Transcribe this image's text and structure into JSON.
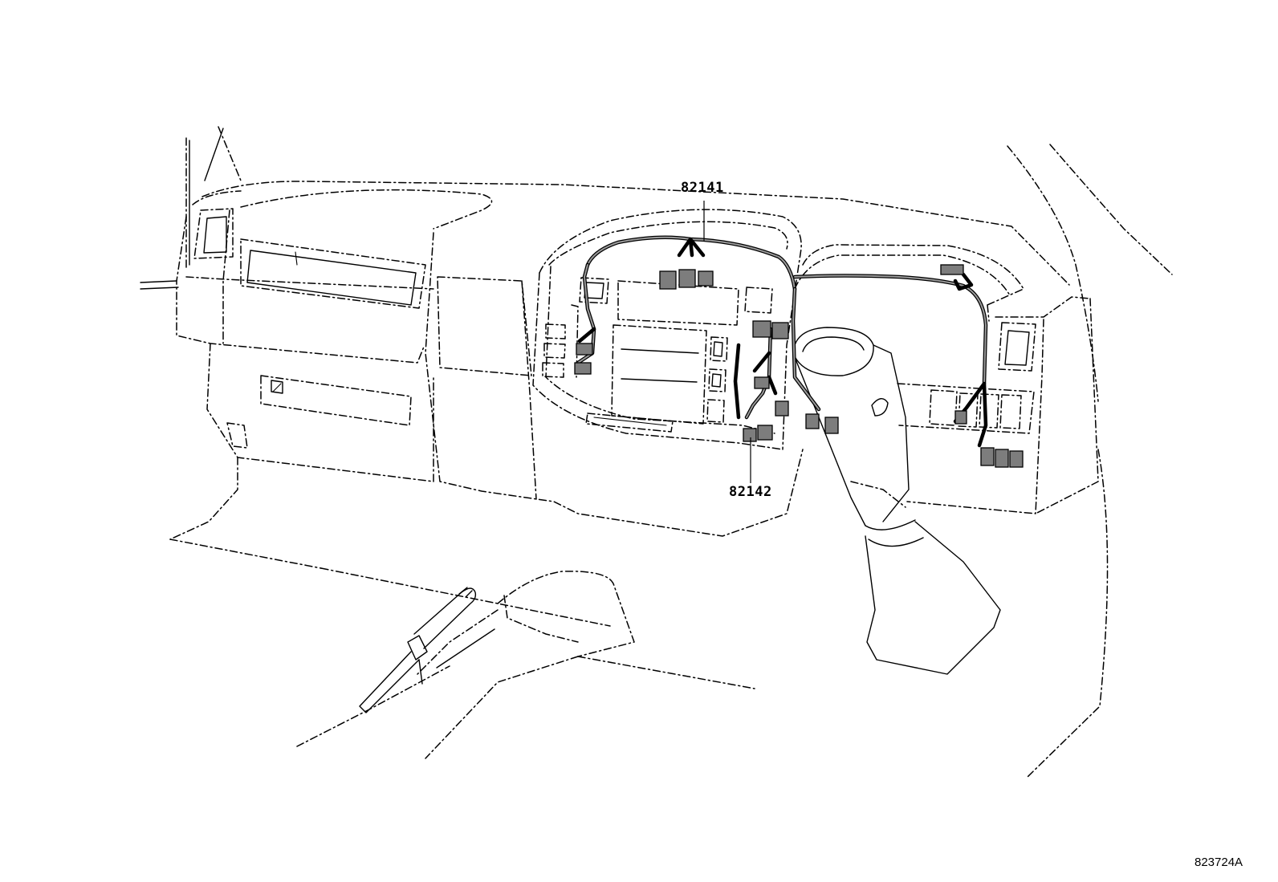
{
  "callouts": {
    "upper": "82141",
    "lower": "82142"
  },
  "figure_ref": "823724A",
  "colors": {
    "line": "#000000",
    "connector_fill": "#7d7d7d",
    "background": "#ffffff"
  }
}
